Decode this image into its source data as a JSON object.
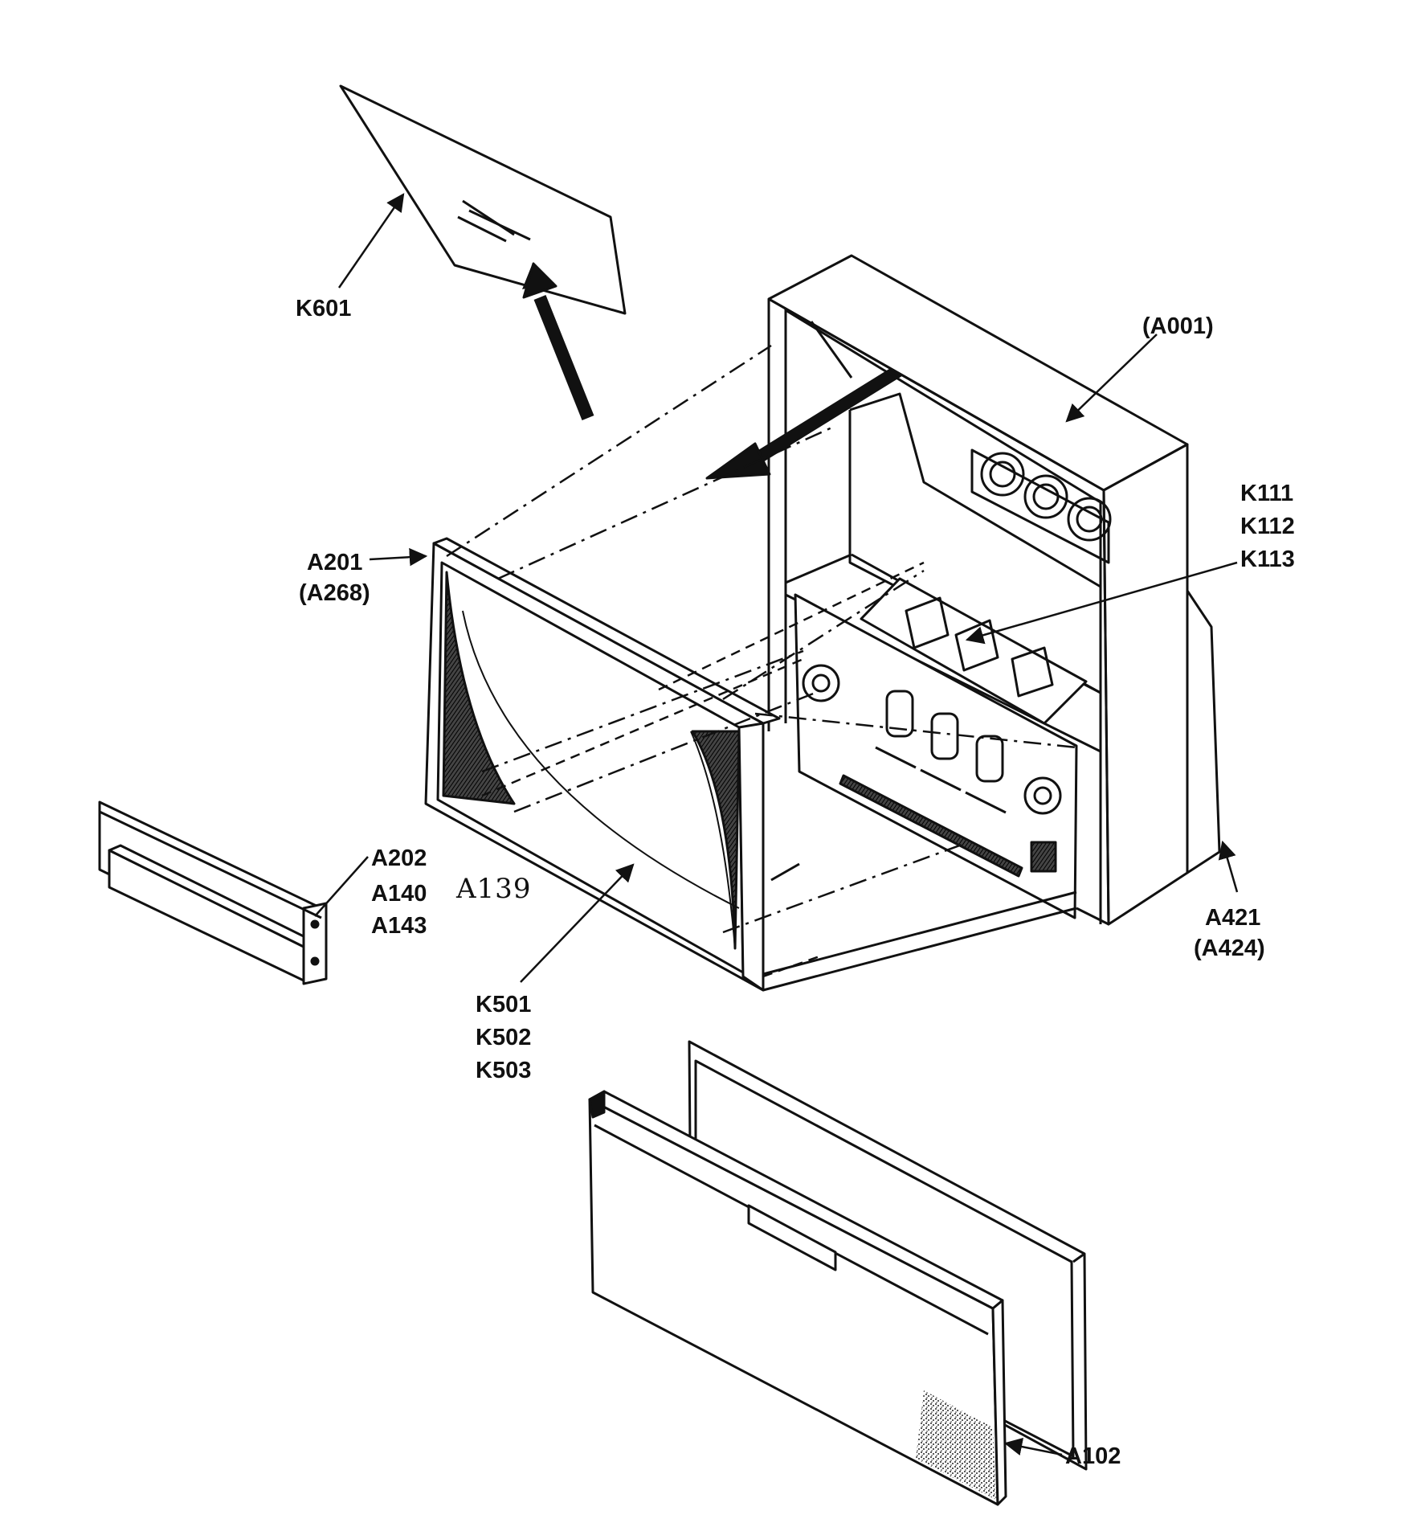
{
  "labels": {
    "k601": "K601",
    "a001": "(A001)",
    "k111": "K111",
    "k112": "K112",
    "k113": "K113",
    "a201": "A201",
    "a268": "(A268)",
    "a202": "A202",
    "a140": "A140",
    "a139": "A139",
    "a143": "A143",
    "k501": "K501",
    "k502": "K502",
    "k503": "K503",
    "a421": "A421",
    "a424": "(A424)",
    "a102": "A102"
  }
}
